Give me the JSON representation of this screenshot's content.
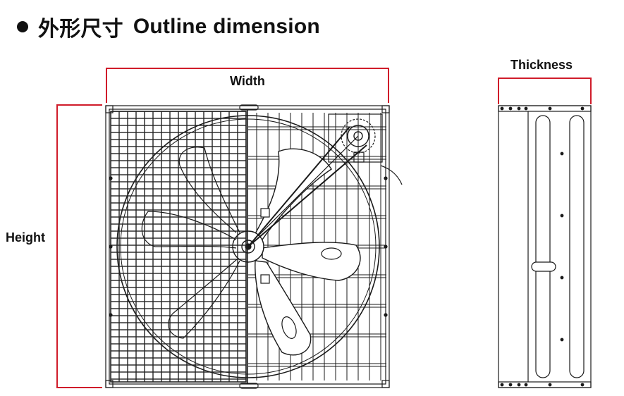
{
  "heading": {
    "bullet": "●",
    "title_cn": "外形尺寸",
    "title_en": "Outline dimension"
  },
  "dimensions": {
    "width_label": "Width",
    "height_label": "Height",
    "thickness_label": "Thickness"
  },
  "colors": {
    "dimension_line": "#d01c2a",
    "drawing_line": "#1a1a1a",
    "background": "#ffffff"
  },
  "icons": {
    "front_view": "exhaust-fan-front-view",
    "side_view": "exhaust-fan-side-view"
  }
}
